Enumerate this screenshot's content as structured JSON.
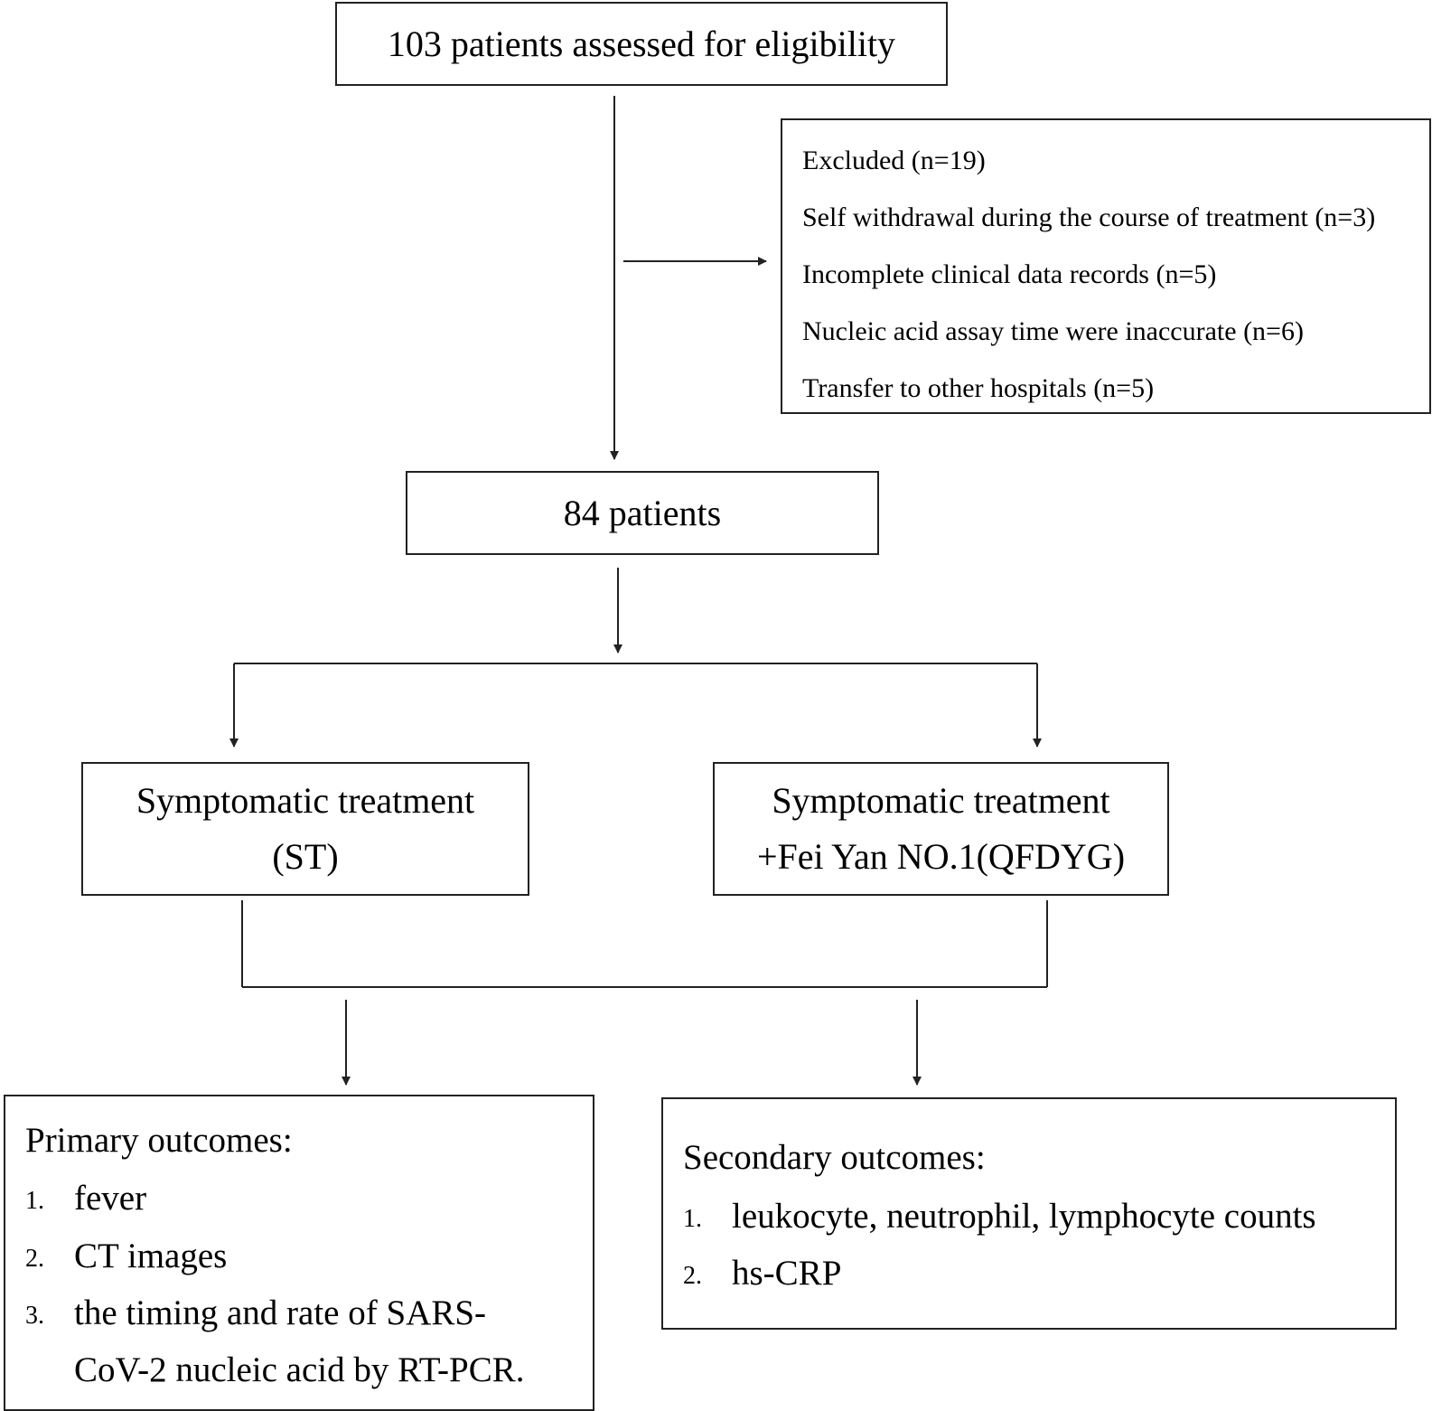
{
  "top_box": {
    "text": "103 patients assessed for eligibility"
  },
  "excluded_box": {
    "header": "Excluded (n=19)",
    "reasons": [
      "Self withdrawal during the course of treatment (n=3)",
      "Incomplete clinical data records (n=5)",
      "Nucleic acid assay time were inaccurate (n=6)",
      "Transfer to other hospitals (n=5)"
    ]
  },
  "middle_box": {
    "text": "84 patients"
  },
  "left_group": {
    "line1": "Symptomatic treatment",
    "line2": "(ST)"
  },
  "right_group": {
    "line1": "Symptomatic treatment",
    "line2": "+Fei Yan NO.1(QFDYG)"
  },
  "primary": {
    "title": "Primary outcomes:",
    "items": [
      {
        "num": "1.",
        "text": "fever"
      },
      {
        "num": "2.",
        "text": "CT images"
      },
      {
        "num": "3.",
        "text": "the timing and rate of SARS-",
        "cont": "CoV-2 nucleic acid by RT-PCR."
      }
    ]
  },
  "secondary": {
    "title": "Secondary outcomes:",
    "items": [
      {
        "num": "1.",
        "text": "leukocyte, neutrophil, lymphocyte counts"
      },
      {
        "num": "2.",
        "text": "hs-CRP"
      }
    ]
  }
}
